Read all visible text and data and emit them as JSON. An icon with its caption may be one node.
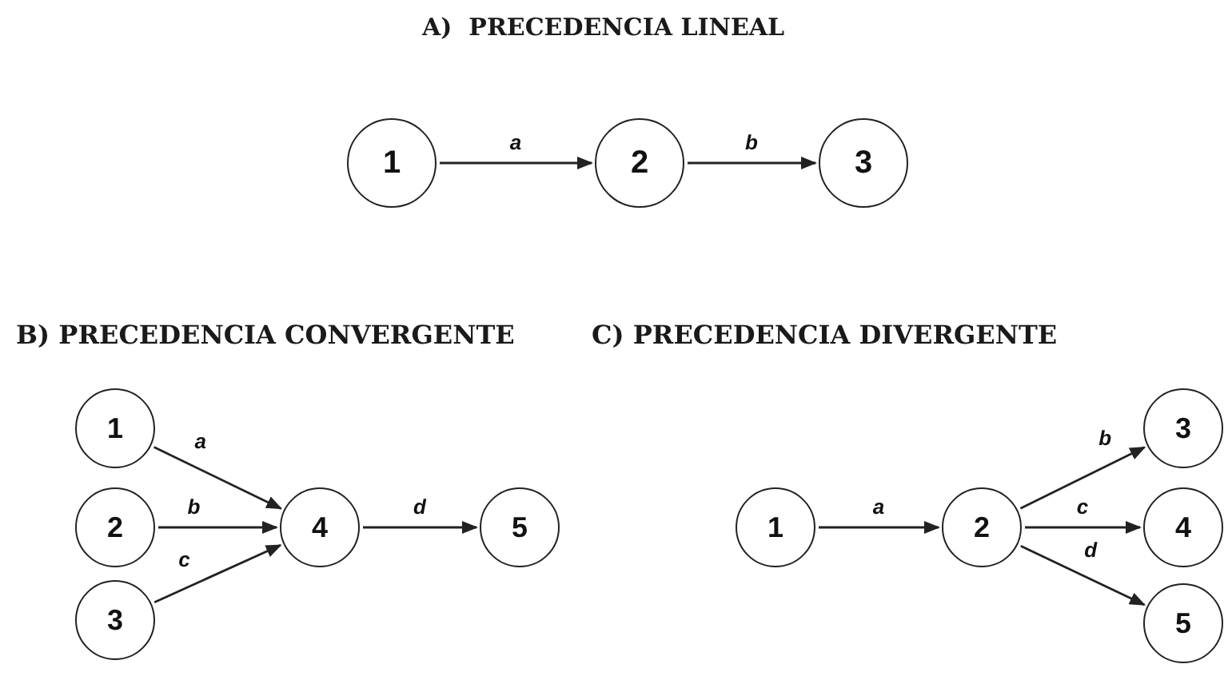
{
  "diagram": {
    "nodes": [
      {
        "text": [
          "1"
        ]
      },
      {
        "text": [
          "2"
        ]
      },
      {
        "text": [
          "3"
        ]
      },
      {
        "text": [
          "1"
        ]
      },
      {
        "text": [
          "2"
        ]
      },
      {
        "text": [
          "3"
        ]
      },
      {
        "text": [
          "4"
        ]
      },
      {
        "text": [
          "5"
        ]
      },
      {
        "text": [
          "1"
        ]
      },
      {
        "text": [
          "2"
        ]
      },
      {
        "text": [
          "3"
        ]
      },
      {
        "text": [
          "4"
        ]
      },
      {
        "text": [
          "5"
        ]
      }
    ],
    "edges": [
      {
        "from": 0,
        "to": 1,
        "arrow": "to",
        "label": "a"
      },
      {
        "from": 1,
        "to": 2,
        "arrow": "to",
        "label": "b"
      },
      {
        "from": 3,
        "to": 6,
        "arrow": "to",
        "label": "a"
      },
      {
        "from": 4,
        "to": 6,
        "arrow": "to",
        "label": "b"
      },
      {
        "from": 5,
        "to": 6,
        "arrow": "to",
        "label": "c"
      },
      {
        "from": 6,
        "to": 7,
        "arrow": "to",
        "label": "d"
      },
      {
        "from": 8,
        "to": 9,
        "arrow": "to",
        "label": "a"
      },
      {
        "from": 9,
        "to": 10,
        "arrow": "to",
        "label": "b"
      },
      {
        "from": 9,
        "to": 11,
        "arrow": "to",
        "label": "c"
      },
      {
        "from": 9,
        "to": 12,
        "arrow": "to",
        "label": "d"
      }
    ],
    "labels": [
      "A)  PRECEDENCIA LINEAL",
      "B) PRECEDENCIA CONVERGENTE",
      "C) PRECEDENCIA DIVERGENTE"
    ]
  }
}
